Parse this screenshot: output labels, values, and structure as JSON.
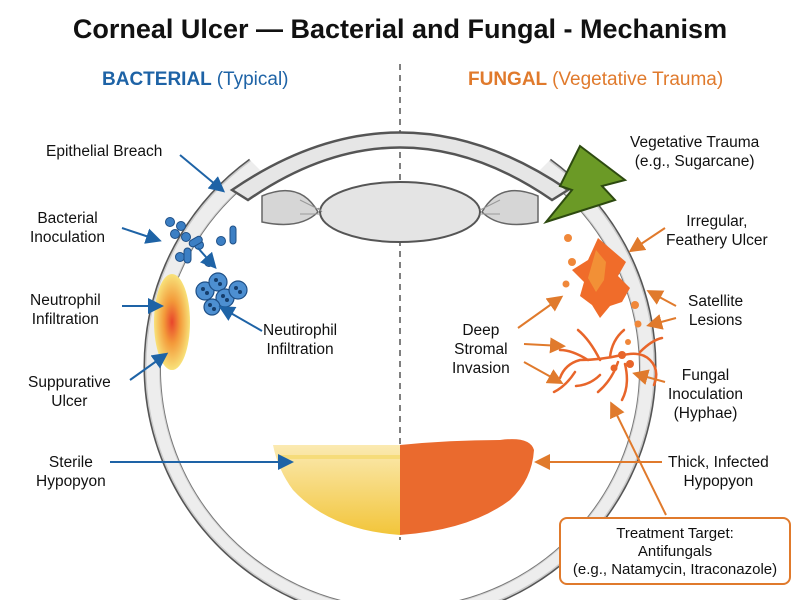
{
  "title": "Corneal Ulcer — Bacterial and Fungal - Mechanism",
  "bacterial": {
    "header": "BACTERIAL",
    "header_sub": "(Typical)",
    "labels": {
      "epithelial_breach": "Epithelial Breach",
      "bacterial_inoculation": [
        "Bacterial",
        "Inoculation"
      ],
      "neutrophil_infiltration": [
        "Neutrophil",
        "Infiltration"
      ],
      "neutirophil_infiltration": [
        "Neutirophil",
        "Infiltration"
      ],
      "suppurative_ulcer": [
        "Suppurative",
        "Ulcer"
      ],
      "sterile_hypopyon": [
        "Sterile",
        "Hypopyon"
      ]
    }
  },
  "fungal": {
    "header": "FUNGAL",
    "header_sub": "(Vegetative Trauma)",
    "labels": {
      "vegetative_trauma": [
        "Vegetative Trauma",
        "(e.g., Sugarcane)"
      ],
      "irregular_ulcer": [
        "Irregular,",
        "Feathery Ulcer"
      ],
      "satellite_lesions": [
        "Satellite",
        "Lesions"
      ],
      "deep_stromal_invasion": [
        "Deep",
        "Stromal",
        "Invasion"
      ],
      "fungal_inoculation": [
        "Fungal",
        "Inoculation",
        "(Hyphae)"
      ],
      "thick_hypopyon": [
        "Thick, Infected",
        "Hypopyon"
      ]
    },
    "treatment": [
      "Treatment Target:",
      "Antifungals",
      "(e.g., Natamycin, Itraconazole)"
    ]
  },
  "colors": {
    "bacterial_blue": "#1e63a6",
    "fungal_orange": "#e07a2c",
    "hypopyon_yellow": "#f5d25a",
    "hypopyon_orange": "#ea6a2e"
  }
}
